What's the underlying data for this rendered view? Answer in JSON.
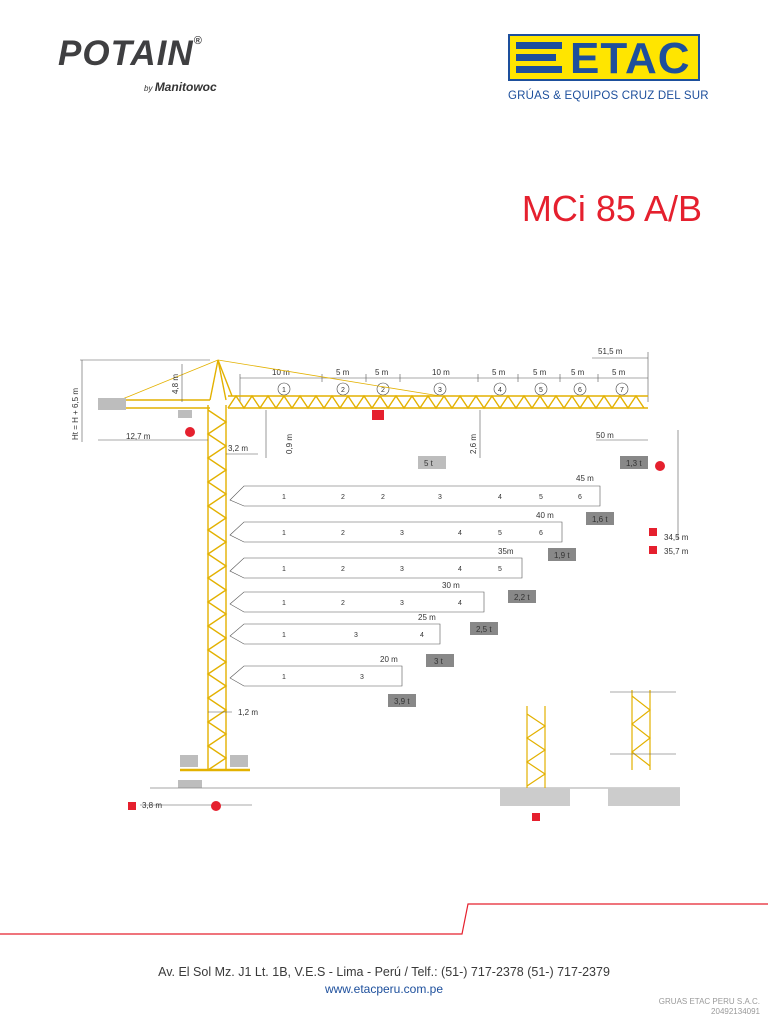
{
  "brand_left": {
    "name": "POTAIN",
    "reg_mark": "®",
    "by_text": "by",
    "parent": "Manitowoc"
  },
  "brand_right": {
    "name": "ETAC",
    "tagline": "GRÚAS & EQUIPOS CRUZ DEL SUR"
  },
  "title": "MCi 85 A/B",
  "diagram": {
    "top_dims": {
      "total": "51,5 m",
      "seg_10a": "10 m",
      "seg_5a": "5 m",
      "seg_5b": "5 m",
      "seg_10b": "10 m",
      "seg_5c": "5 m",
      "seg_5d": "5 m",
      "seg_5e": "5 m",
      "seg_5f": "5 m"
    },
    "section_numbers": [
      "1",
      "2",
      "2",
      "3",
      "4",
      "5",
      "6",
      "7"
    ],
    "left_dims": {
      "height": "Ht = H + 6,5 m",
      "mast_top": "4,8 m",
      "counter_jib": "12,7 m",
      "offset": "3,2 m",
      "depth": "0,9 m",
      "trolley": "2,6 m"
    },
    "right_dims": {
      "reach": "50 m",
      "h1": "34,5 m",
      "h2": "35,7 m"
    },
    "load_tip": "1,3 t",
    "load_mid": "5 t",
    "jibs": [
      {
        "length": "45 m",
        "load": "1,6 t",
        "sections": [
          "1",
          "2",
          "2",
          "3",
          "4",
          "5",
          "6"
        ]
      },
      {
        "length": "40 m",
        "load": "1,9 t",
        "sections": [
          "1",
          "2",
          "3",
          "4",
          "5",
          "6"
        ]
      },
      {
        "length": "35m",
        "load": "2,2 t",
        "sections": [
          "1",
          "2",
          "3",
          "4",
          "5"
        ]
      },
      {
        "length": "30 m",
        "load": "2,5 t",
        "sections": [
          "1",
          "2",
          "3",
          "4"
        ]
      },
      {
        "length": "25 m",
        "load": "3 t",
        "sections": [
          "1",
          "3",
          "4"
        ]
      },
      {
        "length": "20 m",
        "load": "3,9 t",
        "sections": [
          "1",
          "3"
        ]
      }
    ],
    "mast_width": "1,2 m",
    "base_width": "3,8 m"
  },
  "footer": {
    "address": "Av. El Sol Mz. J1 Lt. 1B, V.E.S - Lima - Perú  /  Telf.: (51-) 717-2378  (51-) 717-2379",
    "website": "www.etacperu.com.pe",
    "company": "GRUAS ETAC PERU S.A.C.",
    "ruc": "20492134091"
  },
  "colors": {
    "crane": "#e3b100",
    "accent_red": "#e5202e",
    "brand_blue": "#1d4f9c",
    "brand_yellow": "#ffe500"
  }
}
